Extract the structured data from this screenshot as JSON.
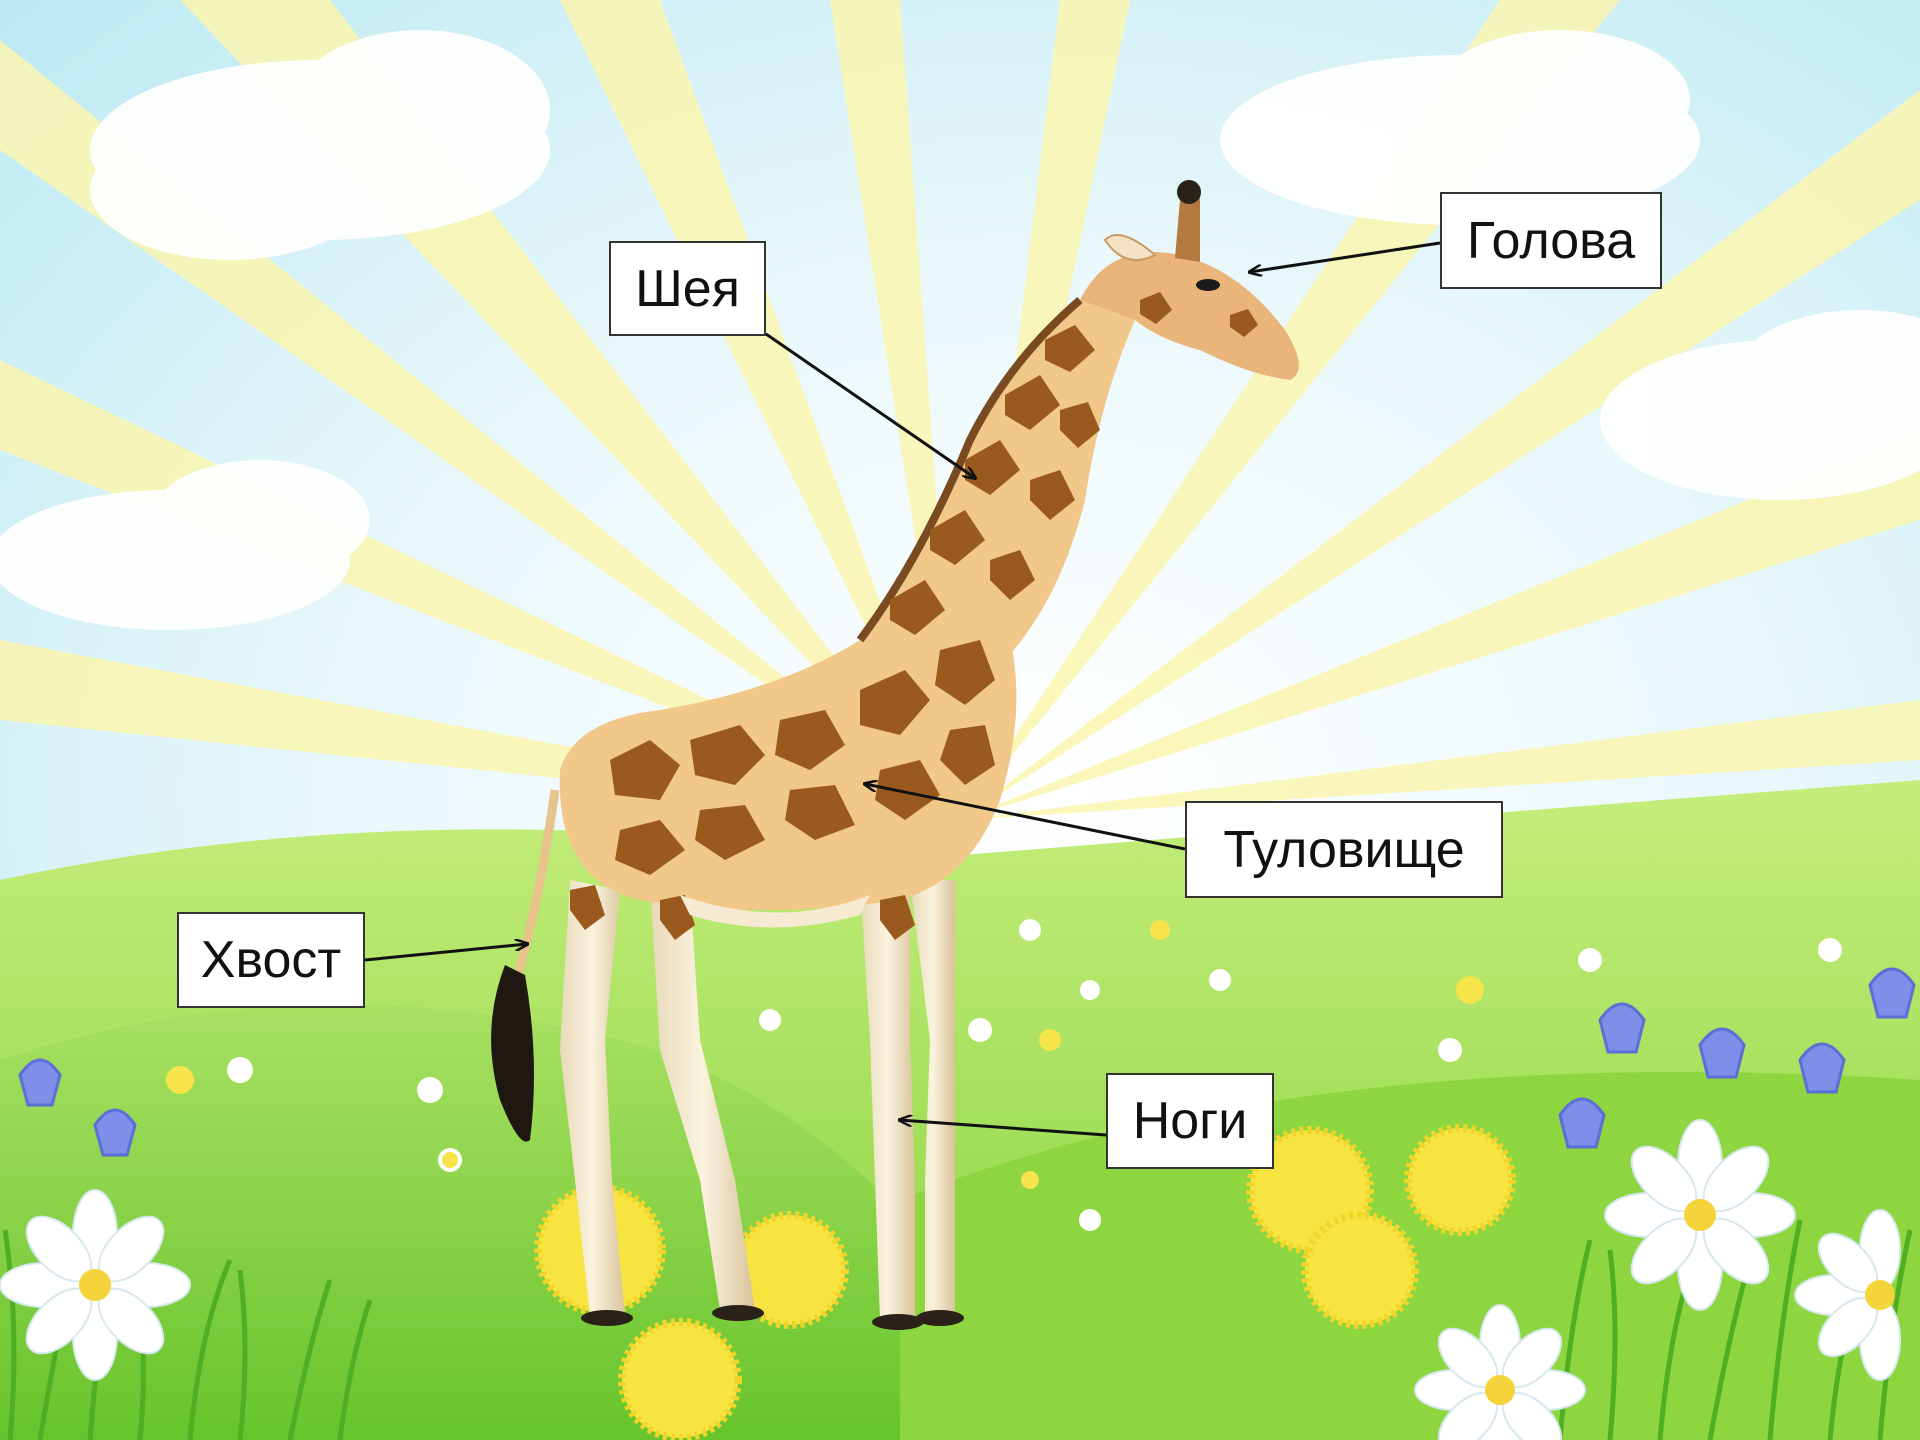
{
  "labels": {
    "head": "Голова",
    "neck": "Шея",
    "body": "Туловище",
    "tail": "Хвост",
    "legs": "Ноги"
  },
  "colors": {
    "sky": "#d3f1f8",
    "rays": "#fbf7b8",
    "clouds": "#ffffff",
    "grass_light": "#b4e55a",
    "grass_dark": "#5fbf2a",
    "giraffe_fur": "#f1c889",
    "giraffe_spots": "#9a5a1e",
    "arrows": "#111111"
  }
}
